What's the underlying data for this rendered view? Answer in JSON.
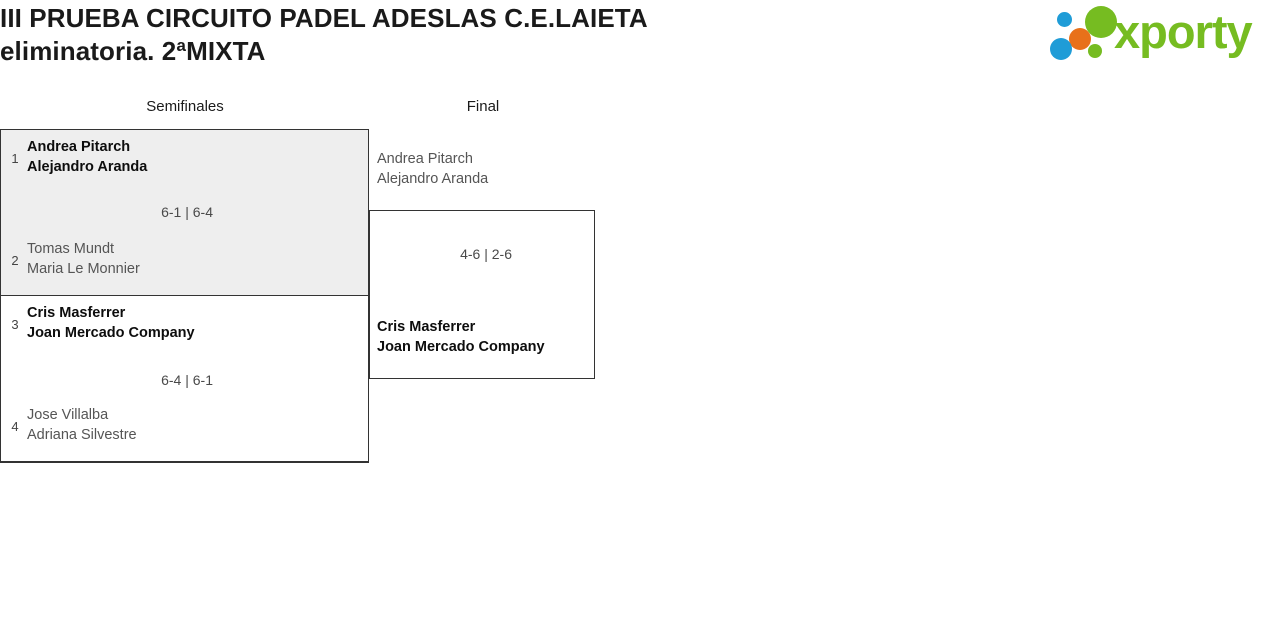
{
  "header": {
    "title_line1": "III PRUEBA CIRCUITO PADEL ADESLAS C.E.LAIETA",
    "title_line2": "eliminatoria. 2ªMIXTA"
  },
  "logo": {
    "wordmark": "xporty",
    "colors": {
      "green": "#76bc21",
      "blue": "#1f9cd7",
      "orange": "#e8711a"
    }
  },
  "bracket": {
    "rounds": [
      {
        "label": "Semifinales"
      },
      {
        "label": "Final"
      }
    ],
    "semifinals": [
      {
        "score": "6-1 | 6-4",
        "top": {
          "seed": "1",
          "player1": "Andrea Pitarch",
          "player2": "Alejandro Aranda",
          "result": "winner"
        },
        "bottom": {
          "seed": "2",
          "player1": "Tomas Mundt",
          "player2": "Maria Le Monnier",
          "result": "loser"
        }
      },
      {
        "score": "6-4 | 6-1",
        "top": {
          "seed": "3",
          "player1": "Cris Masferrer",
          "player2": "Joan Mercado Company",
          "result": "winner"
        },
        "bottom": {
          "seed": "4",
          "player1": "Jose Villalba",
          "player2": "Adriana Silvestre",
          "result": "loser"
        }
      }
    ],
    "final": {
      "score": "4-6 | 2-6",
      "top": {
        "player1": "Andrea Pitarch",
        "player2": "Alejandro Aranda",
        "result": "loser"
      },
      "bottom": {
        "player1": "Cris Masferrer",
        "player2": "Joan Mercado Company",
        "result": "winner"
      }
    }
  }
}
